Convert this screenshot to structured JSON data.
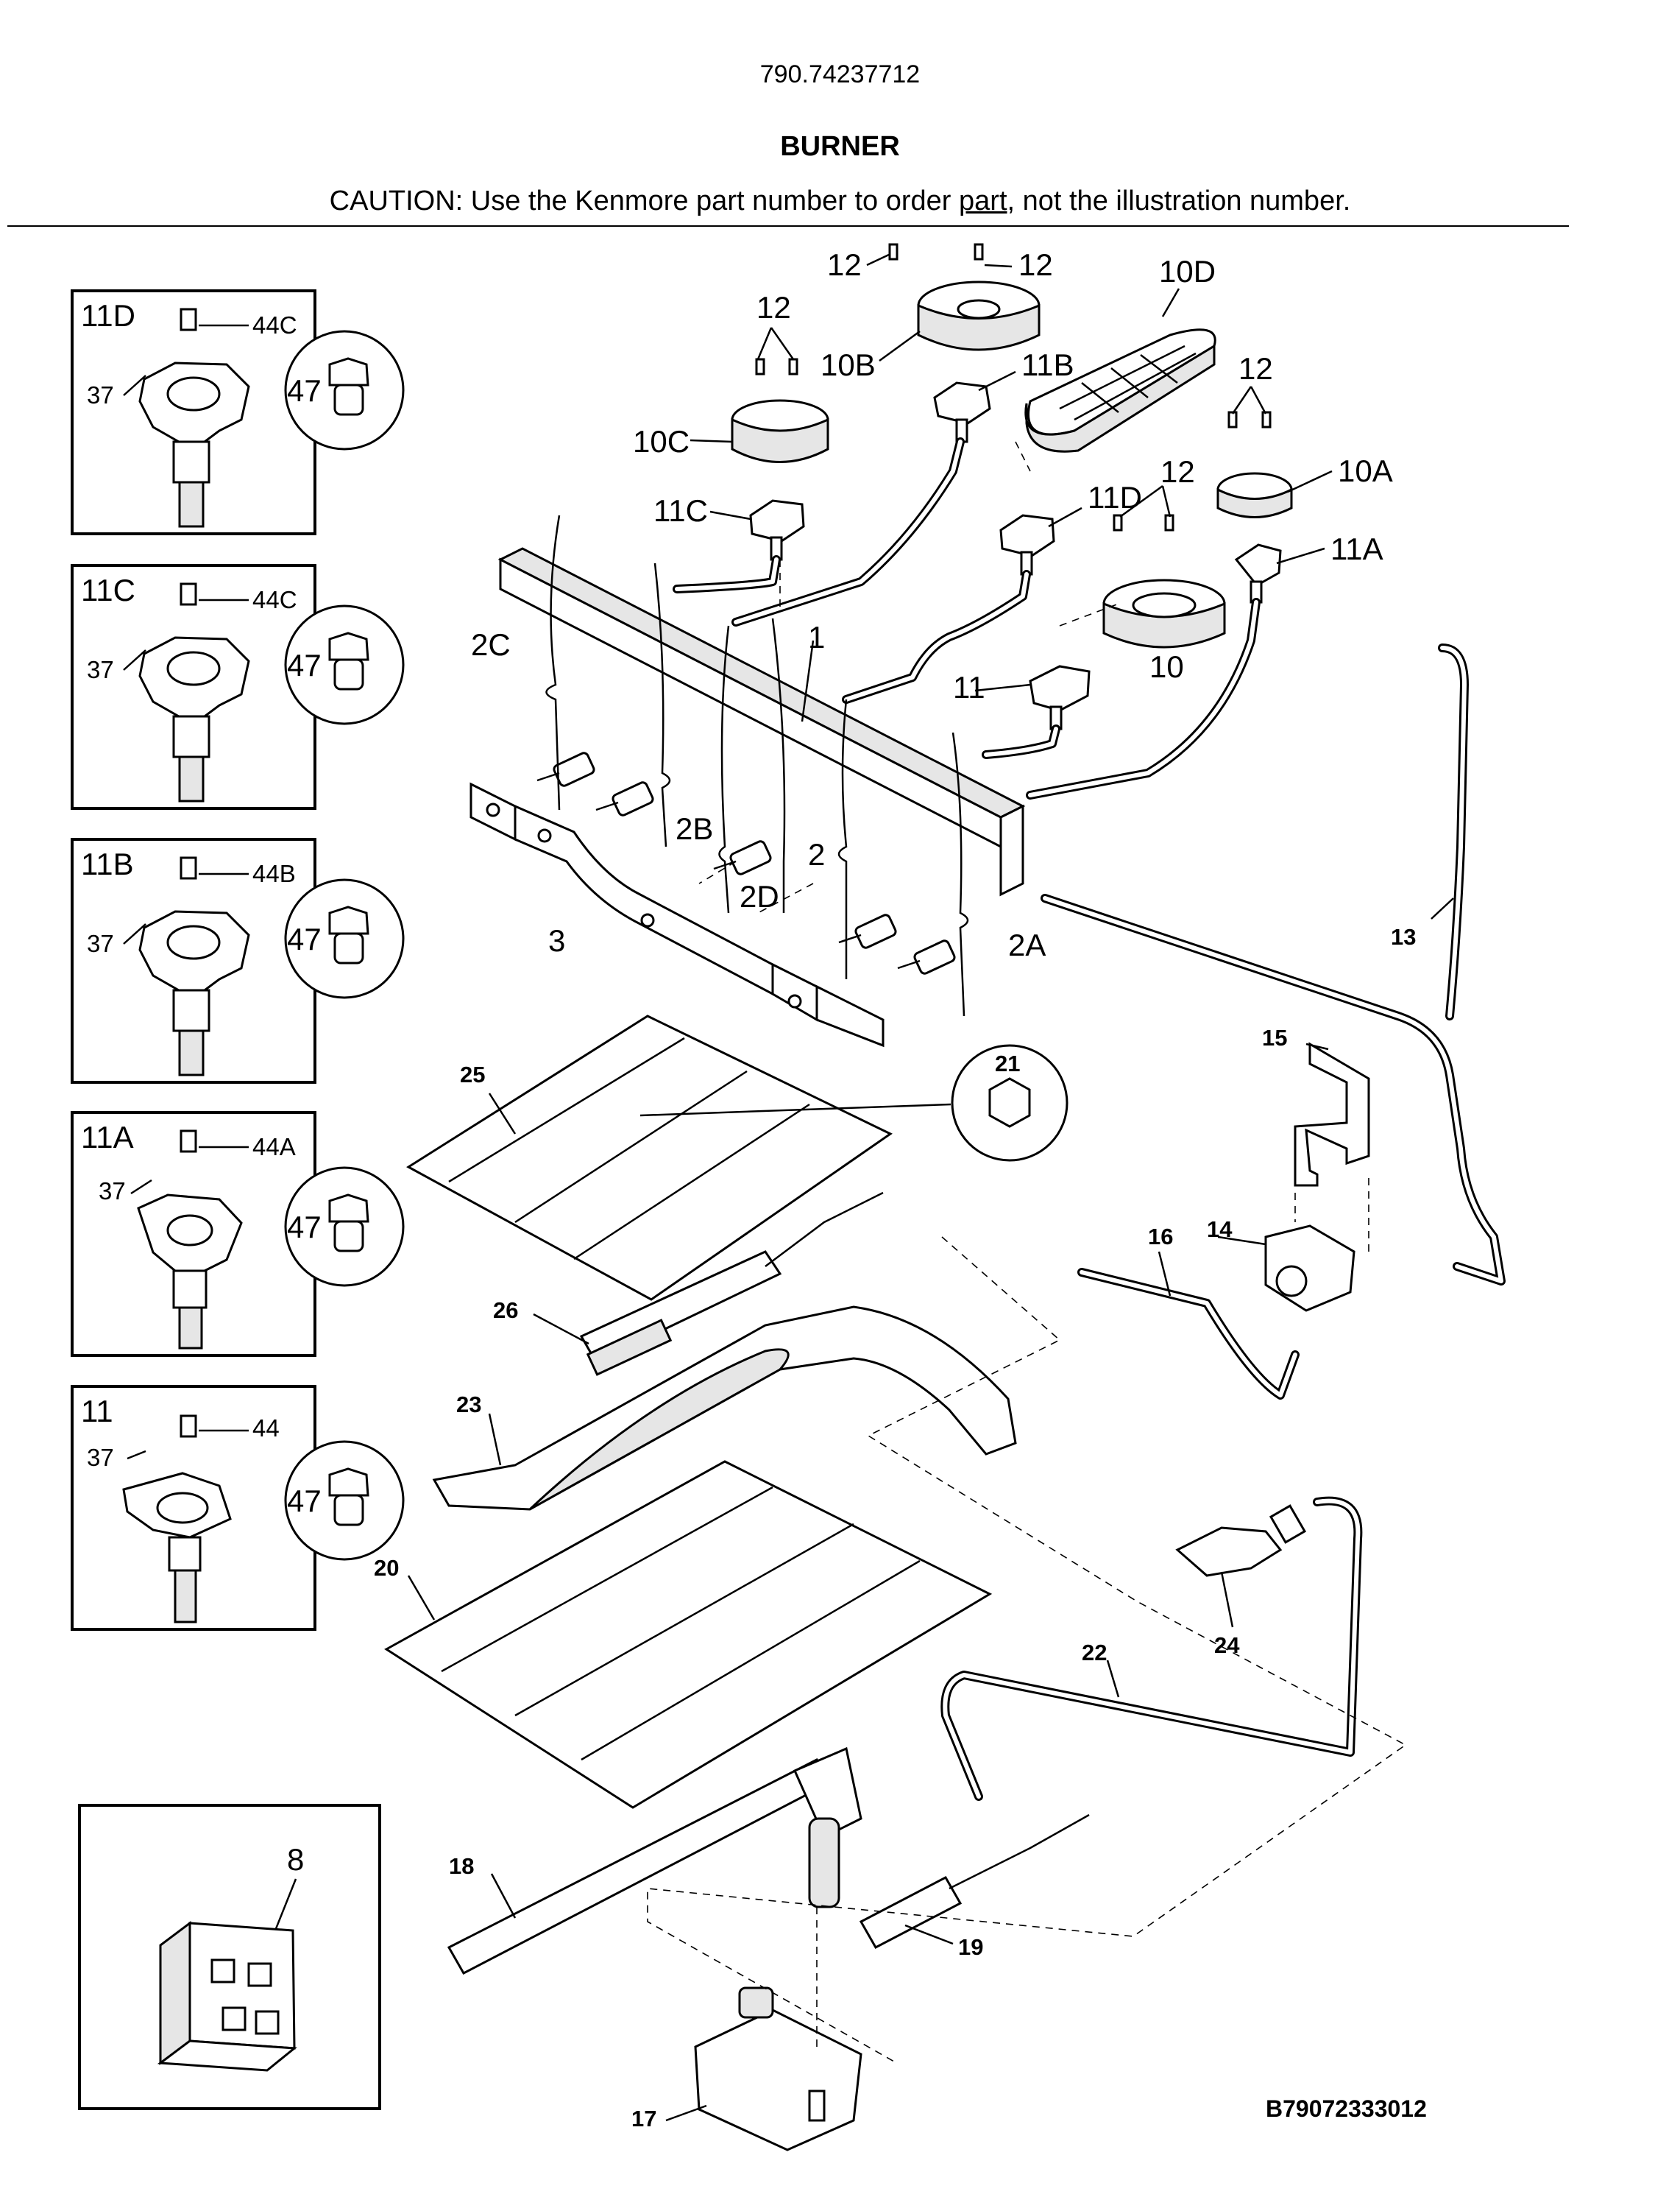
{
  "header": {
    "model": "790.74237712",
    "title": "BURNER",
    "caution_before": "CAUTION: Use the Kenmore part number to order ",
    "caution_link": "part",
    "caution_after": ", not the illustration number."
  },
  "reference_code": "B79072333012",
  "insets": {
    "i11d": {
      "title": "11D",
      "screw": "37",
      "cap": "44C",
      "circle": "47"
    },
    "i11c": {
      "title": "11C",
      "screw": "37",
      "cap": "44C",
      "circle": "47"
    },
    "i11b": {
      "title": "11B",
      "screw": "37",
      "cap": "44B",
      "circle": "47"
    },
    "i11a": {
      "title": "11A",
      "screw": "37",
      "cap": "44A",
      "circle": "47"
    },
    "i11": {
      "title": "11",
      "screw": "37",
      "cap": "44",
      "circle": "47"
    },
    "i8": {
      "title": "8"
    }
  },
  "callouts": {
    "c12a": "12",
    "c12b": "12",
    "c12c": "12",
    "c12d": "12",
    "c12e": "12",
    "c10d": "10D",
    "c10b": "10B",
    "c11b": "11B",
    "c10c": "10C",
    "c11c": "11C",
    "c10a": "10A",
    "c11d": "11D",
    "c11a": "11A",
    "c10": "10",
    "c11": "11",
    "c1": "1",
    "c2c": "2C",
    "c2b": "2B",
    "c2d": "2D",
    "c2": "2",
    "c2a": "2A",
    "c3": "3",
    "c13": "13",
    "c15": "15",
    "c21": "21",
    "c25": "25",
    "c14": "14",
    "c16": "16",
    "c26": "26",
    "c23": "23",
    "c20": "20",
    "c24": "24",
    "c22": "22",
    "c18": "18",
    "c19": "19",
    "c17": "17"
  }
}
